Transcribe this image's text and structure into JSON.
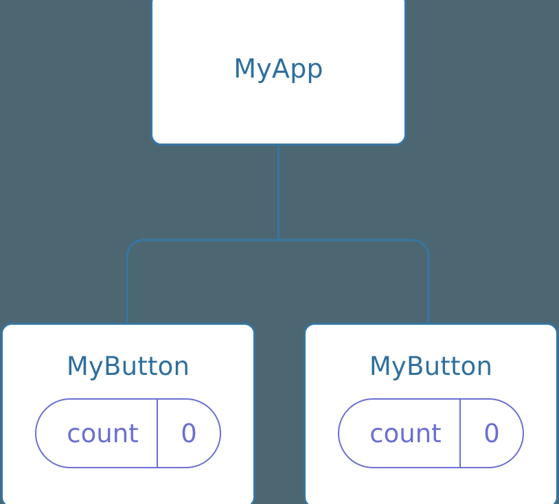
{
  "diagram": {
    "type": "component-tree",
    "background_color": "#4c6771",
    "node_border_color": "#3576a5",
    "node_fill_color": "#ffffff",
    "node_title_color": "#2d6f9e",
    "state_color": "#6a6ed2",
    "connector_color": "#3576a5"
  },
  "root": {
    "title": "MyApp"
  },
  "children": [
    {
      "title": "MyButton",
      "state": {
        "key": "count",
        "value": "0"
      }
    },
    {
      "title": "MyButton",
      "state": {
        "key": "count",
        "value": "0"
      }
    }
  ]
}
